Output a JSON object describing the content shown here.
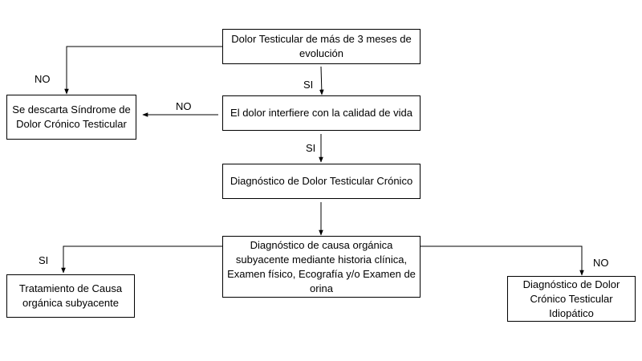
{
  "nodes": {
    "pain_duration": "Dolor Testicular de más de 3 meses de evolución",
    "quality_of_life": "El dolor interfiere con la calidad de vida",
    "chronic_diagnosis": "Diagnóstico de Dolor Testicular Crónico",
    "organic_cause": "Diagnóstico de causa orgánica subyacente mediante historia clínica, Examen físico, Ecografía y/o Examen de orina",
    "discard_syndrome": "Se descarta Síndrome de Dolor Crónico Testicular",
    "treat_organic": "Tratamiento de Causa orgánica subyacente",
    "idiopathic": "Diagnóstico de Dolor Crónico Testicular Idiopático"
  },
  "edge_labels": {
    "no_1": "NO",
    "si_1": "SI",
    "no_2": "NO",
    "si_2": "SI",
    "si_3": "SI",
    "no_3": "NO"
  },
  "colors": {
    "line": "#000000",
    "border": "#000000",
    "text": "#000000"
  }
}
